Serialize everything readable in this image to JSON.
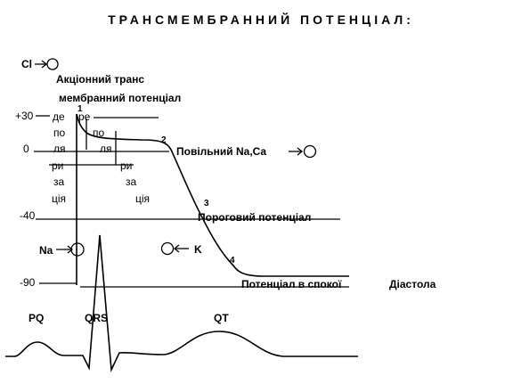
{
  "title": "ТРАНСМЕМБРАННИЙ ПОТЕНЦІАЛ:",
  "action_label_1": "Акціонний транс",
  "action_label_2": "мембранний потенціал",
  "axis": {
    "y30": "+30",
    "y0": "0",
    "y40": "-40",
    "y90": "-90"
  },
  "ion_labels": {
    "cl": "Cl",
    "na": "Na",
    "k": "K",
    "slow_na_ca": "Повільний Na,Ca"
  },
  "phase_numbers": [
    "1",
    "2",
    "3",
    "4"
  ],
  "depolarization_fragments": [
    "де",
    "ре"
  ],
  "repolarization_fragments": {
    "col1": [
      "по",
      "ля",
      "ри",
      "за",
      "ція"
    ],
    "col2": [
      "по",
      "ля",
      "ри",
      "за",
      "ція"
    ]
  },
  "annotations": {
    "threshold": "Пороговий потенціал",
    "rest": "Потенціал в спокої",
    "diastole": "Діастола"
  },
  "ecg_labels": {
    "pq": "PQ",
    "qrs": "QRS",
    "qt": "QT"
  }
}
